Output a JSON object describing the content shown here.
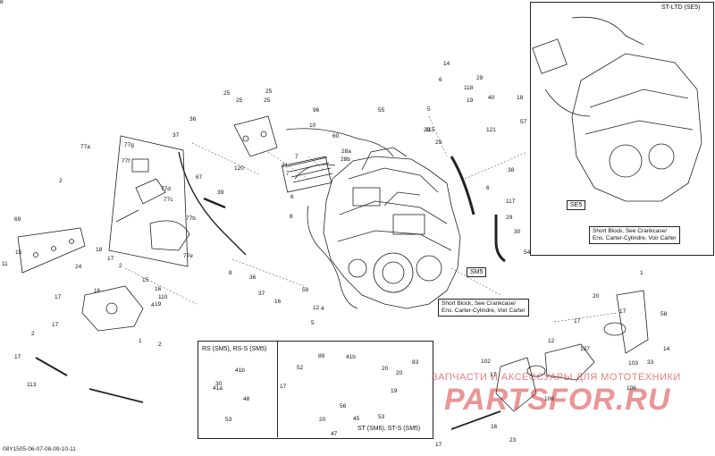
{
  "footer_code": "08Y1505-06-07-08-09-10-11",
  "inset": {
    "title": "ST-LTD (SE5)",
    "tag": "SE5",
    "note_lines": [
      "Short Block, See Crankcase/",
      "Ens. Carter-Cylindre, Voir Carter"
    ]
  },
  "main": {
    "tag": "SM5",
    "note_lines": [
      "Short Block, See Crankcase/",
      "Ens. Carter-Cylindre, Voir Carter"
    ]
  },
  "box_rs": {
    "title": "RS (SM5), RS-S (SM5)"
  },
  "box_st": {
    "title": "ST (SM6), ST-S (SM5)"
  },
  "watermark": {
    "top": "ЗАПЧАСТИ И АКСЕССУАРЫ ДЛЯ МОТОТЕХНИКИ",
    "main": "PARTSFOR.RU"
  },
  "callouts": [
    "25",
    "25",
    "25",
    "25",
    "120",
    "36",
    "37",
    "67",
    "39",
    "77a",
    "77g",
    "77f",
    "77d",
    "77c",
    "77b",
    "77e",
    "2",
    "69",
    "11",
    "15",
    "17",
    "18",
    "16",
    "17",
    "16",
    "110",
    "15",
    "19",
    "17",
    "4",
    "2",
    "113",
    "2",
    "17",
    "1",
    "2",
    "24",
    "96",
    "10",
    "60",
    "28a",
    "28b",
    "55",
    "31",
    "7",
    "7",
    "6",
    "8",
    "8",
    "36",
    "37",
    "16",
    "12",
    "5",
    "4",
    "59",
    "14",
    "6",
    "29",
    "118",
    "40",
    "5",
    "19",
    "115",
    "29",
    "29",
    "18",
    "121",
    "57",
    "38",
    "6",
    "117",
    "29",
    "30",
    "54",
    "30",
    "41b",
    "48",
    "41a",
    "53",
    "52",
    "89",
    "41b",
    "56",
    "20",
    "20",
    "83",
    "19",
    "17",
    "53",
    "45",
    "47",
    "20",
    "20",
    "1",
    "17",
    "58",
    "17",
    "12",
    "107",
    "14",
    "103",
    "33",
    "106",
    "106",
    "16",
    "17",
    "23",
    "102",
    "17",
    "8"
  ]
}
